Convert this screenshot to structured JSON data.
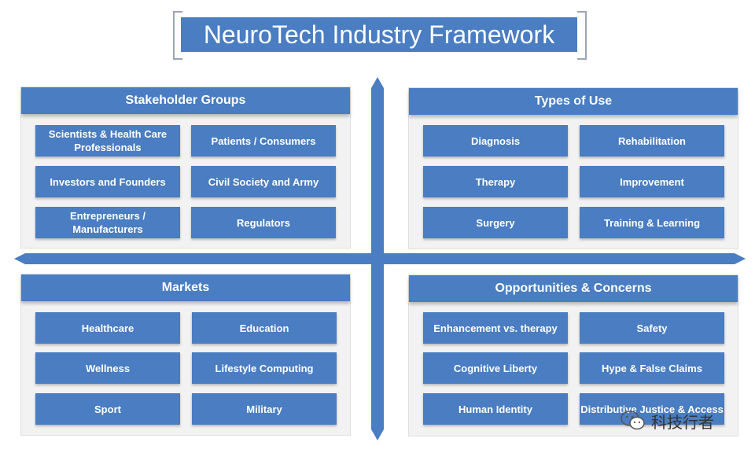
{
  "title": "NeuroTech Industry Framework",
  "quadrants": [
    {
      "heading": "Stakeholder Groups",
      "items": [
        "Scientists & Health Care Professionals",
        "Patients / Consumers",
        "Investors and Founders",
        "Civil Society and Army",
        "Entrepreneurs / Manufacturers",
        "Regulators"
      ]
    },
    {
      "heading": "Types of Use",
      "items": [
        "Diagnosis",
        "Rehabilitation",
        "Therapy",
        "Improvement",
        "Surgery",
        "Training & Learning"
      ]
    },
    {
      "heading": "Markets",
      "items": [
        "Healthcare",
        "Education",
        "Wellness",
        "Lifestyle Computing",
        "Sport",
        "Military"
      ]
    },
    {
      "heading": "Opportunities & Concerns",
      "items": [
        "Enhancement vs. therapy",
        "Safety",
        "Cognitive Liberty",
        "Hype & False Claims",
        "Human Identity",
        "Distributive Justice & Access"
      ]
    }
  ],
  "watermark": {
    "text": "科技行者",
    "icon": "wechat-logo"
  },
  "colors": {
    "box": "#4a7dc1",
    "axis": "#4a7dc1",
    "panel": "#f2f2f2"
  }
}
